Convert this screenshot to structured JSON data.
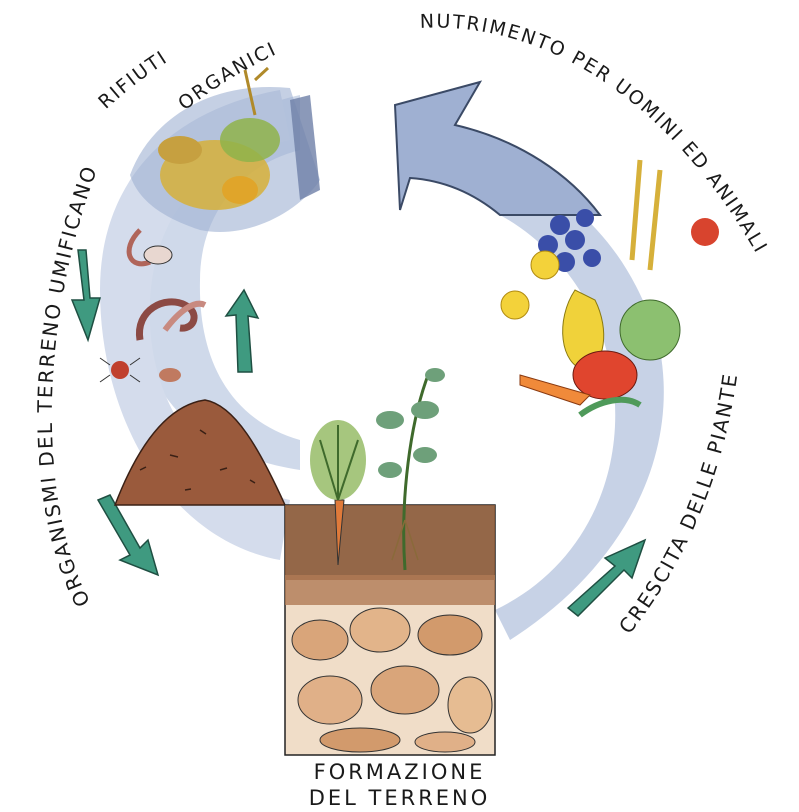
{
  "labels": {
    "rifiuti": "RIFIUTI",
    "organici": "ORGANICI",
    "organismi": "ORGANISMI DEL TERRENO UMIFICANO",
    "nutrimento": "NUTRIMENTO PER UOMINI ED ANIMALI",
    "crescita": "CRESCITA DELLE PIANTE",
    "formazione": "FORMAZIONE",
    "del_terreno": "DEL TERRENO"
  },
  "colors": {
    "cycle_band": "#c7d2e6",
    "big_arrow": "#9fb0d2",
    "green_arrow": "#3f9a80",
    "soil_top": "#8a5a3a",
    "soil_stones": "#d9a57a",
    "compost": "#9a5a3c"
  },
  "icons": [
    "organic-waste-icon",
    "soil-organisms-icon",
    "compost-heap-icon",
    "soil-profile-icon",
    "carrot-plant-icon",
    "bean-plant-icon",
    "produce-bundle-icon"
  ]
}
